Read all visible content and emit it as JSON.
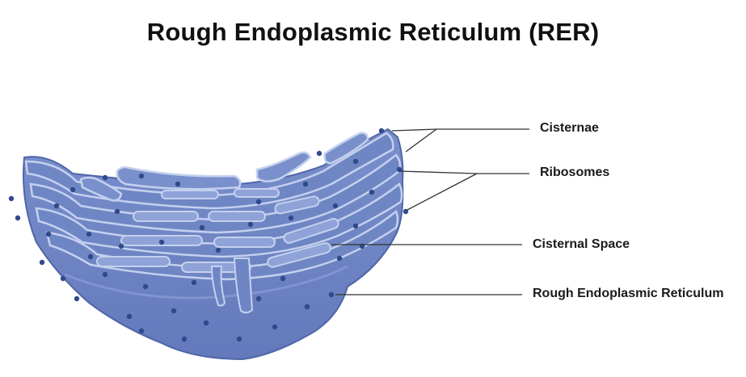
{
  "title": "Rough Endoplasmic Reticulum (RER)",
  "labels": {
    "cisternae": "Cisternae",
    "ribosomes": "Ribosomes",
    "cisternal_space": "Cisternal Space",
    "rer": "Rough Endoplasmic Reticulum"
  },
  "colors": {
    "body": "#6f86c4",
    "body_dark": "#4f66a8",
    "body_light": "#8fa3d8",
    "membrane_highlight": "#c4d0ee",
    "ribosome": "#2f4a8c",
    "leader_line": "#333333"
  }
}
